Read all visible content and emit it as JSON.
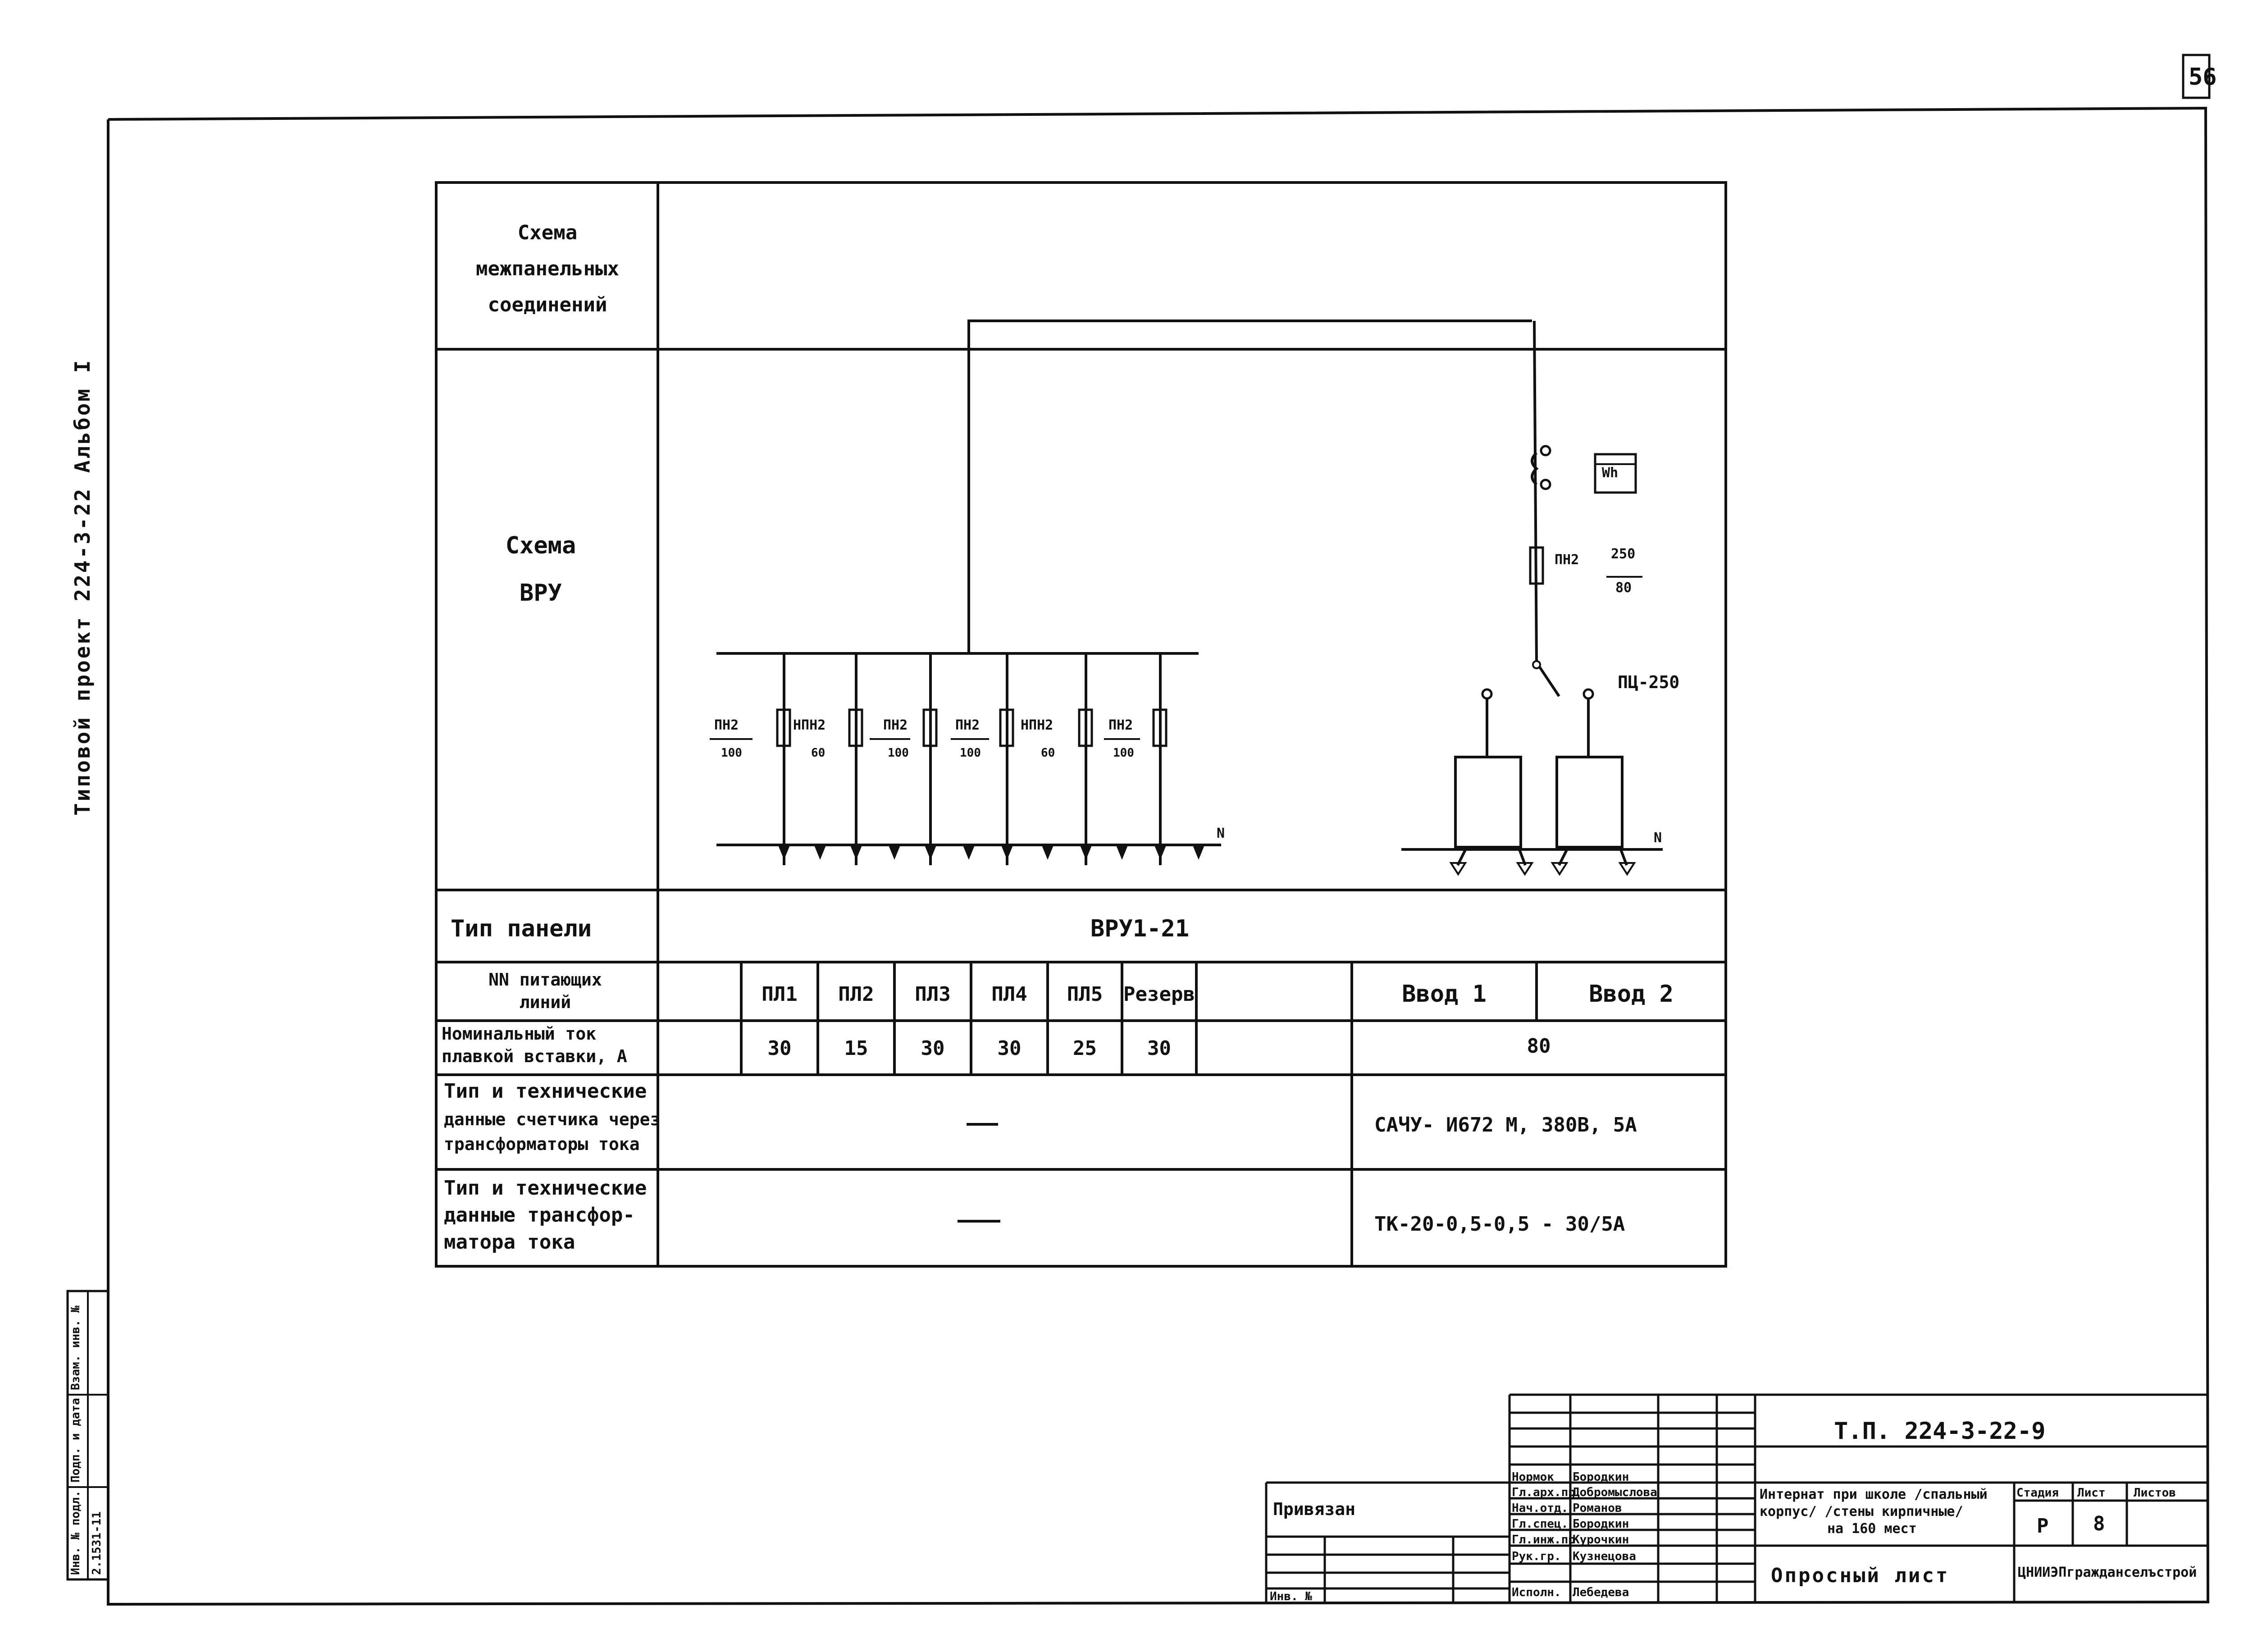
{
  "page_number": "56",
  "side_title": "Типовой проект 224-3-22 Альбом I",
  "left_stamp": {
    "col1": "Инв. № подл.",
    "col2": "Подп. и дата",
    "col3": "Взам. инв. №",
    "value": "2.1531-11"
  },
  "main_table": {
    "row1_label": [
      "Схема",
      "межпанельных",
      "соединений"
    ],
    "row2_label": [
      "Схема",
      "ВРУ"
    ],
    "panel_type_label": "Тип панели",
    "panel_type_value": "ВРУ1-21",
    "lines_label": [
      "NN питающих",
      "линий"
    ],
    "lines": [
      "ПЛ1",
      "ПЛ2",
      "ПЛ3",
      "ПЛ4",
      "ПЛ5",
      "Резерв"
    ],
    "inputs": [
      "Ввод 1",
      "Ввод 2"
    ],
    "current_label": [
      "Номинальный ток",
      "плавкой вставки, А"
    ],
    "currents": [
      "30",
      "15",
      "30",
      "30",
      "25",
      "30"
    ],
    "input_current": "80",
    "meter_label": [
      "Тип и технические",
      "данные счетчика через",
      "трансформаторы тока"
    ],
    "meter_value": "САЧУ- И672 М, 380В, 5А",
    "tt_label": [
      "Тип и технические",
      "данные трансфор-",
      "матора тока"
    ],
    "tt_value": "ТК-20-0,5-0,5 - 30/5А",
    "dash": "—"
  },
  "diagram": {
    "fuses": [
      {
        "name": "ПН2",
        "rating": "100"
      },
      {
        "name": "НПН2",
        "rating": "60"
      },
      {
        "name": "ПН2",
        "rating": "100"
      },
      {
        "name": "ПН2",
        "rating": "100"
      },
      {
        "name": "НПН2",
        "rating": "60"
      },
      {
        "name": "ПН2",
        "rating": "100"
      }
    ],
    "input_fuse": {
      "name": "ПН2",
      "num": "250",
      "den": "80"
    },
    "meter": "Wh",
    "switch": "ПЦ-250",
    "neutral": "N"
  },
  "title_block": {
    "doc_code": "Т.П. 224-3-22-9",
    "privyazan": "Привязан",
    "inv_no": "Инв. №",
    "roles": [
      "Нормок",
      "Гл.арх.пр",
      "Нач.отд.",
      "Гл.спец.",
      "Гл.инж.пр",
      "Рук.гр.",
      "Исполн."
    ],
    "names": [
      "Бородкин",
      "Добромыслова",
      "Романов",
      "Бородкин",
      "Курочкин",
      "Кузнецова",
      "Лебедева"
    ],
    "project_name": [
      "Интернат при школе /спальный",
      "корпус/ /стены кирпичные/",
      "на 160 мест"
    ],
    "stage_label": "Стадия",
    "sheet_label": "Лист",
    "sheets_label": "Листов",
    "stage": "Р",
    "sheet": "8",
    "sheet_title": "Опросный лист",
    "org": "ЦНИИЭПгражданселъстрой"
  }
}
